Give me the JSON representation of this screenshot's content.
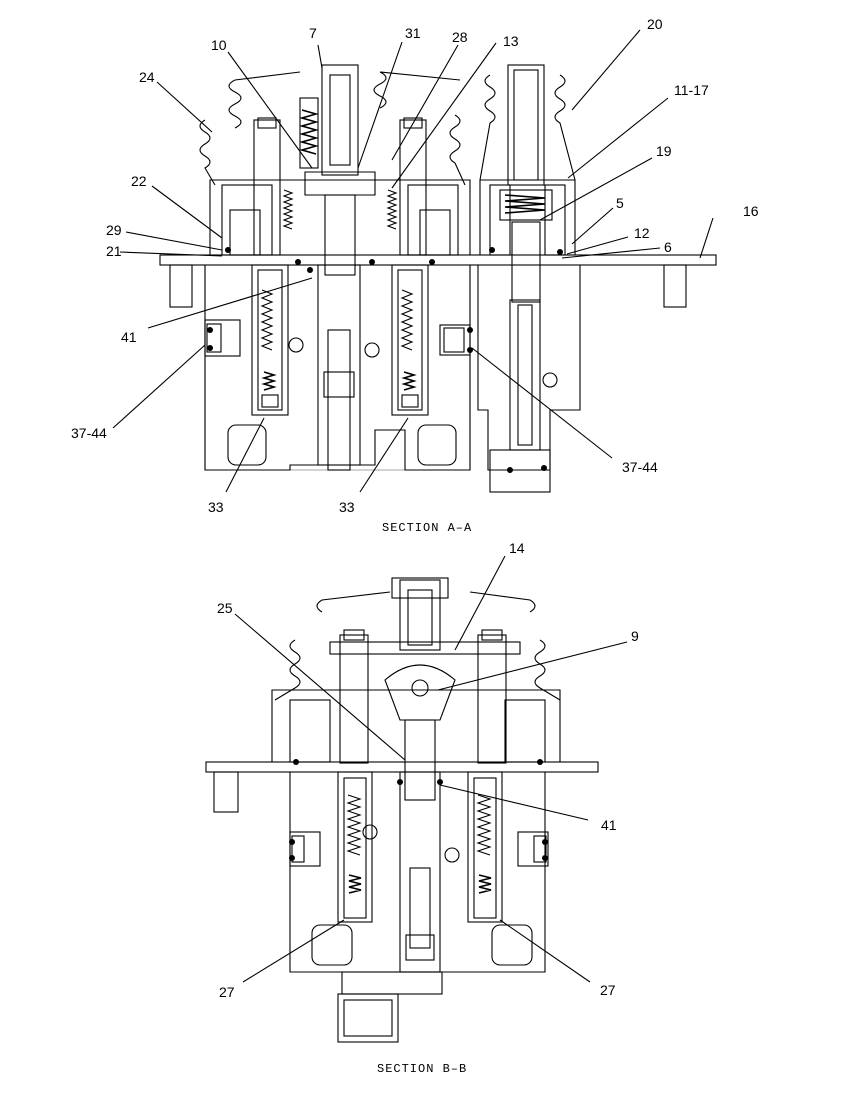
{
  "section_a": {
    "caption": "SECTION A–A",
    "callouts": [
      "7",
      "10",
      "31",
      "28",
      "13",
      "20",
      "24",
      "11-17",
      "19",
      "22",
      "5",
      "16",
      "29",
      "12",
      "21",
      "6",
      "41",
      "37-44",
      "37-44",
      "33",
      "33"
    ]
  },
  "section_b": {
    "caption": "SECTION B–B",
    "callouts": [
      "14",
      "25",
      "9",
      "41",
      "27",
      "27"
    ]
  }
}
